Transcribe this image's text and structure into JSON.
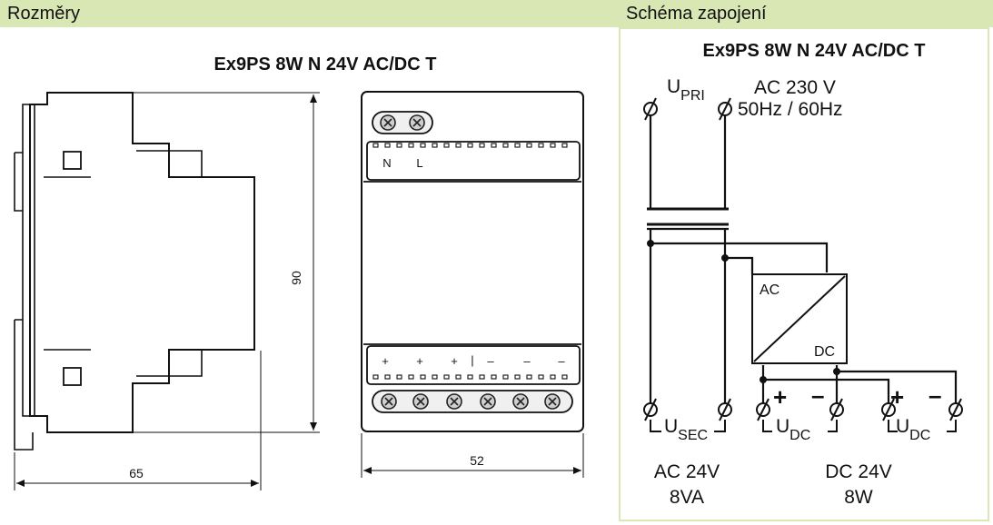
{
  "header": {
    "left": "Rozměry",
    "right": "Schéma zapojení"
  },
  "dimensions": {
    "title": "Ex9PS 8W N 24V AC/DC T",
    "depth": "65",
    "height": "90",
    "width": "52",
    "top_terminals": [
      "N",
      "L"
    ],
    "bottom_terminals": [
      "+",
      "+",
      "+",
      "|",
      "–",
      "–",
      "–"
    ]
  },
  "schema": {
    "title": "Ex9PS 8W N 24V AC/DC T",
    "u_pri": "U",
    "u_pri_sub": "PRI",
    "ac_in": "AC  230  V",
    "freq": "50Hz / 60Hz",
    "box_ac": "AC",
    "box_dc": "DC",
    "u_sec": "U",
    "u_sec_sub": "SEC",
    "u_dc": "U",
    "u_dc_sub": "DC",
    "plus": "+",
    "minus": "–",
    "out_ac_line1": "AC 24V",
    "out_ac_line2": "8VA",
    "out_dc_line1": "DC 24V",
    "out_dc_line2": "8W"
  }
}
